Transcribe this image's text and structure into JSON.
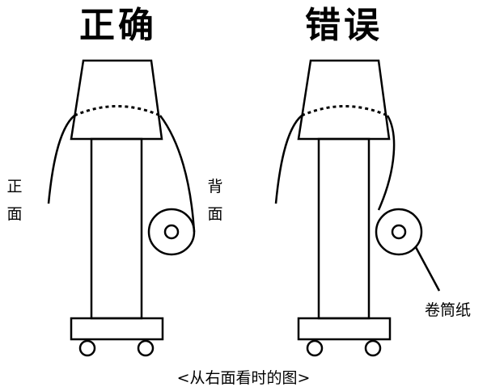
{
  "panels": {
    "correct": {
      "title": "正确"
    },
    "wrong": {
      "title": "错误"
    }
  },
  "labels": {
    "front": [
      "正",
      "面"
    ],
    "back": [
      "背",
      "面"
    ],
    "roll": "卷筒纸"
  },
  "caption": "<从右面看时的图>"
}
